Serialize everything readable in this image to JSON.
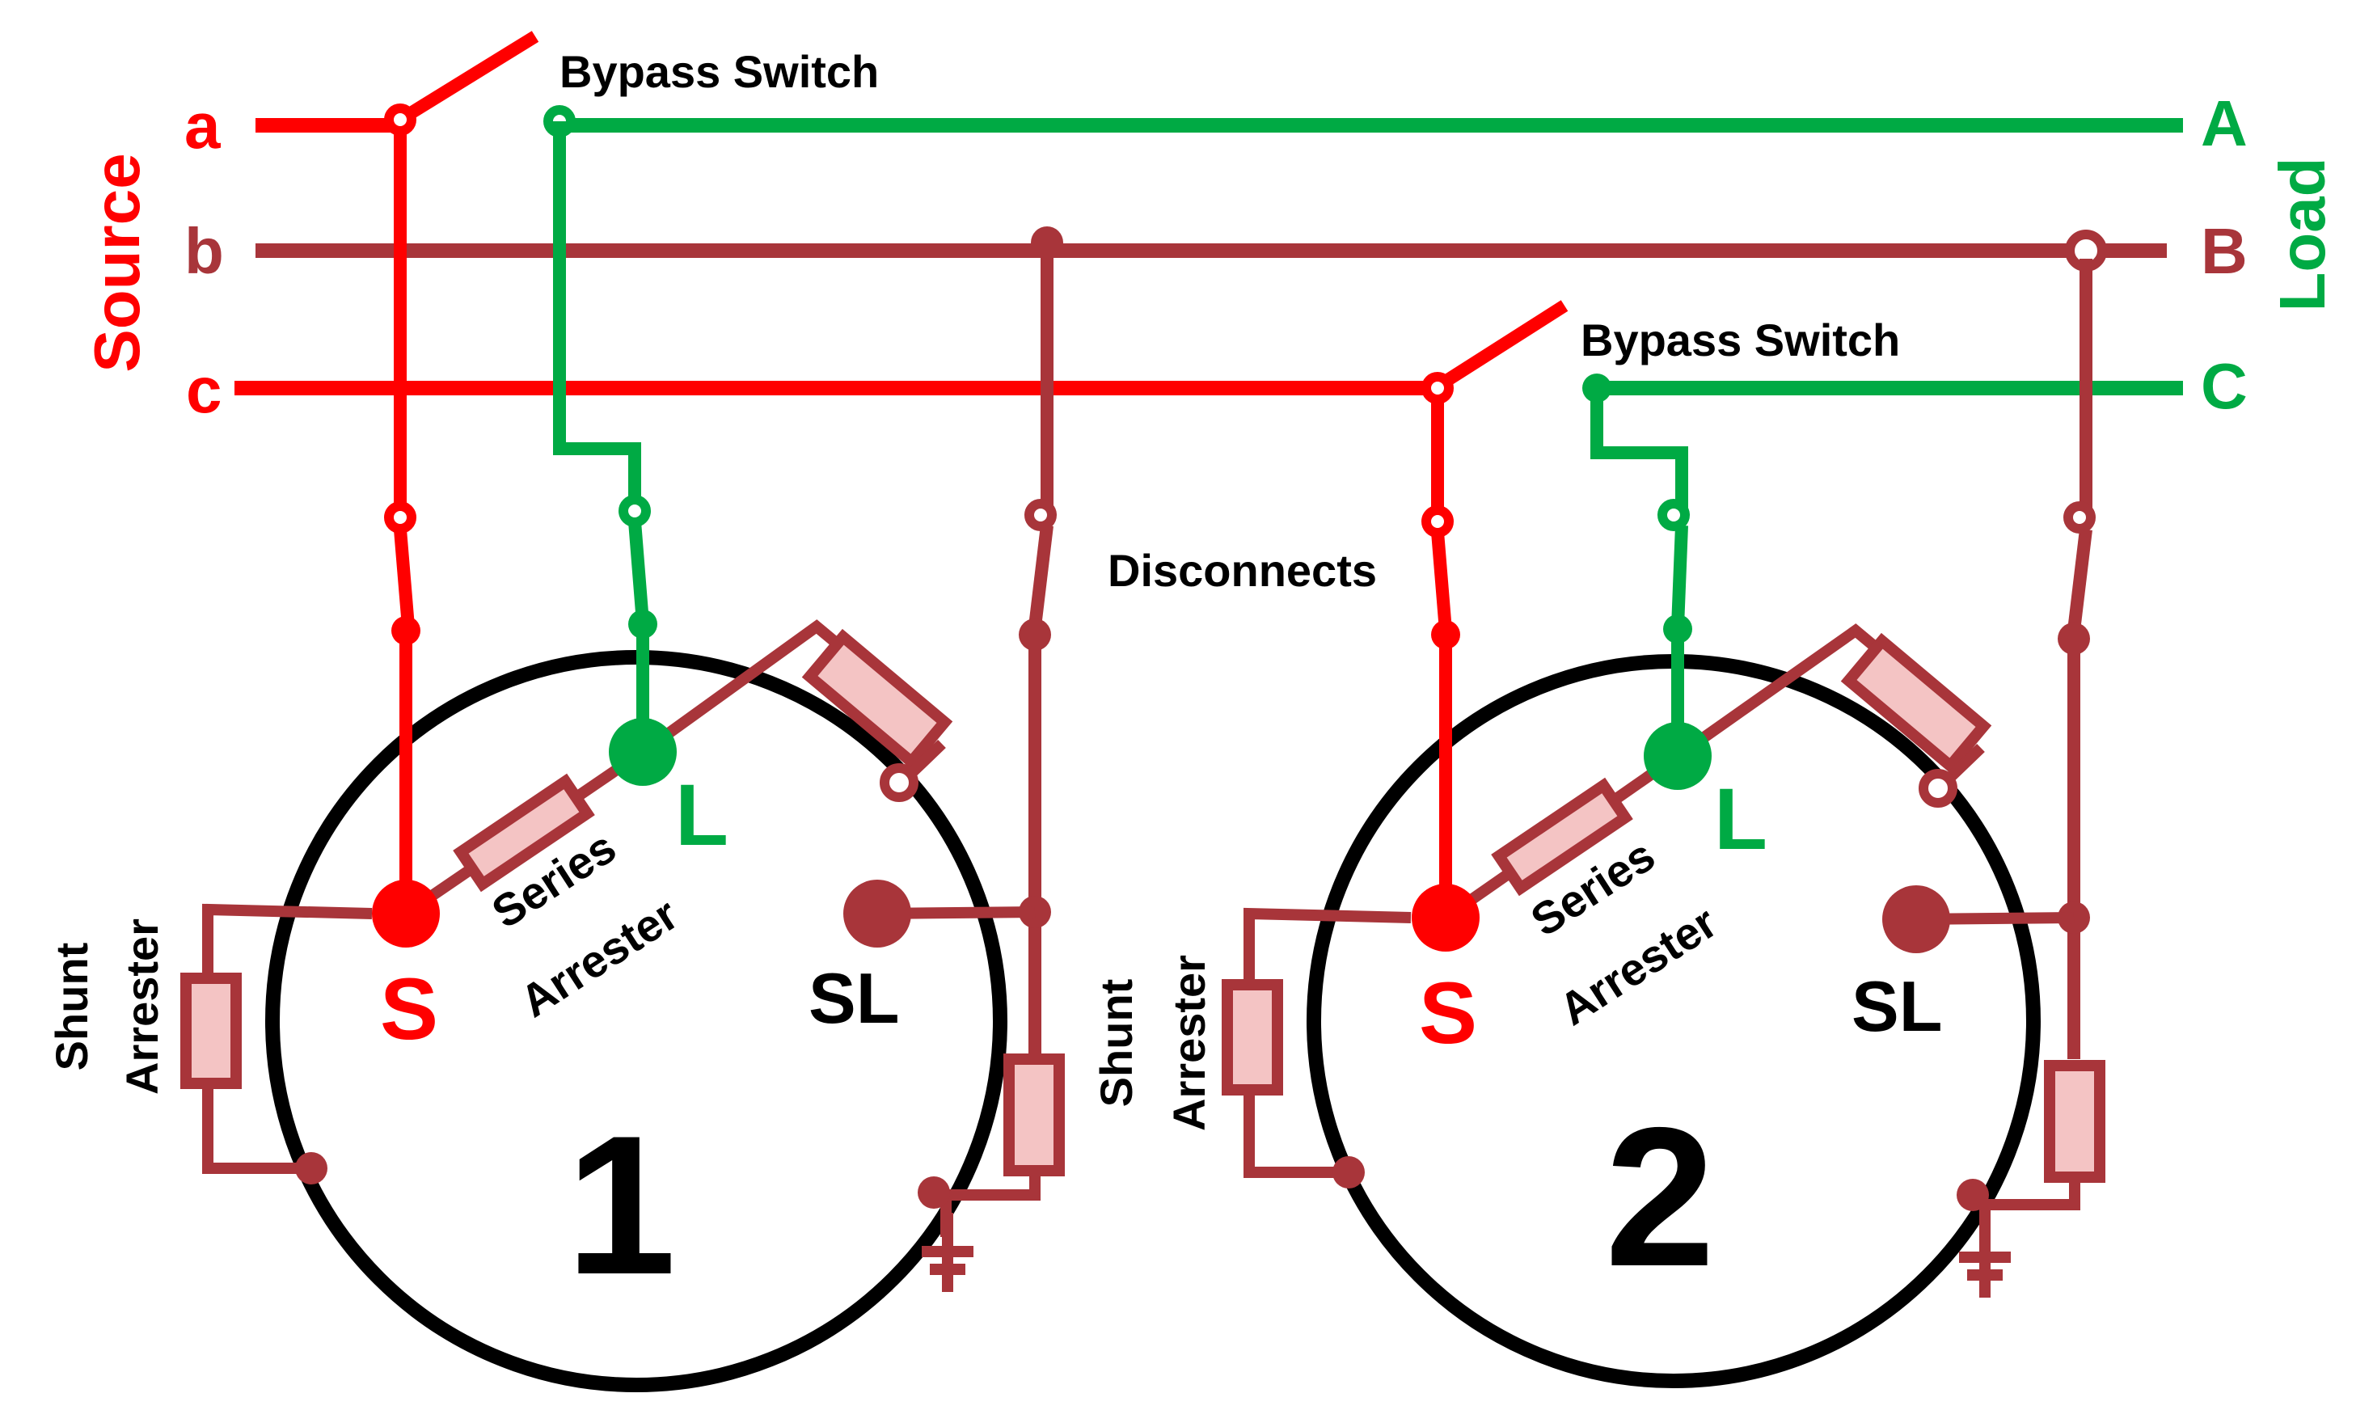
{
  "colors": {
    "red": "#ff0000",
    "maroon": "#a8353a",
    "green": "#00aa44",
    "black": "#000000",
    "resistor_fill": "#f4c4c4"
  },
  "source_label": "Source",
  "load_label": "Load",
  "source_phases": [
    "a",
    "b",
    "c"
  ],
  "load_phases": [
    "A",
    "B",
    "C"
  ],
  "bypass_switch_label": "Bypass Switch",
  "disconnects_label": "Disconnects",
  "regulators": [
    {
      "number": "1",
      "terminal_s": "S",
      "terminal_l": "L",
      "terminal_sl": "SL",
      "series_arrester": [
        "Series",
        "Arrester"
      ],
      "shunt_arrester": [
        "Shunt",
        "Arrester"
      ]
    },
    {
      "number": "2",
      "terminal_s": "S",
      "terminal_l": "L",
      "terminal_sl": "SL",
      "series_arrester": [
        "Series",
        "Arrester"
      ],
      "shunt_arrester": [
        "Shunt",
        "Arrester"
      ]
    }
  ]
}
